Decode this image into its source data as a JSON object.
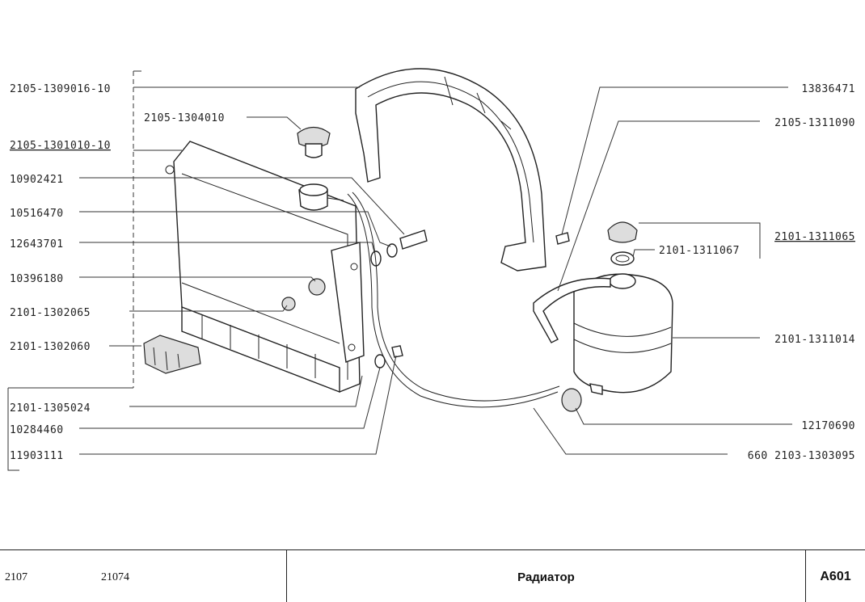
{
  "labels": {
    "l1": "2105-1309016-10",
    "l2": "2105-1304010",
    "l3": "2105-1301010-10",
    "l4": "10902421",
    "l5": "10516470",
    "l6": "12643701",
    "l7": "10396180",
    "l8": "2101-1302065",
    "l9": "2101-1302060",
    "l10": "2101-1305024",
    "l11": "10284460",
    "l12": "11903111",
    "r1": "13836471",
    "r2": "2105-1311090",
    "r3": "2101-1311065",
    "r4": "2101-1311067",
    "r5": "2101-1311014",
    "r6": "12170690",
    "r7": "660 2103-1303095"
  },
  "footer": {
    "model1": "2107",
    "model2": "21074",
    "title": "Радиатор",
    "code": "A601"
  }
}
